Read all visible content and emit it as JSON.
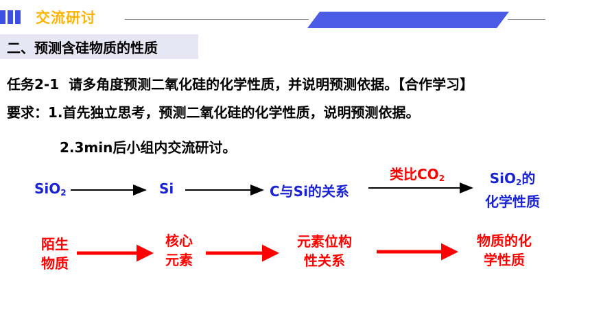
{
  "header": {
    "title": "交流研讨"
  },
  "section": {
    "title": "二、预测含硅物质的性质"
  },
  "task": {
    "label": "任务2-1",
    "text": "请多角度预测二氧化硅的化学性质，并说明预测依据。",
    "tag": "【合作学习】"
  },
  "requirements": {
    "prefix": "要求：",
    "item1": "1.首先独立思考，预测二氧化硅的化学性质，说明预测依据。",
    "item2": "2.3min后小组内交流研讨。"
  },
  "flow_blue": {
    "node1": {
      "main": "SiO",
      "sub": "2"
    },
    "node2": "Si",
    "node3": "C与Si的关系",
    "arrow_label": {
      "main": "类比CO",
      "sub": "2"
    },
    "node4": {
      "line1_main": "SiO",
      "line1_sub": "2",
      "line1_suffix": "的",
      "line2": "化学性质"
    }
  },
  "flow_red": {
    "node1": {
      "line1": "陌生",
      "line2": "物质"
    },
    "node2": {
      "line1": "核心",
      "line2": "元素"
    },
    "node3": {
      "line1": "元素位构",
      "line2": "性关系"
    },
    "node4": {
      "line1": "物质的化",
      "line2": "学性质"
    }
  },
  "colors": {
    "accent_blue": "#3d4fe6",
    "header_gold": "#ffb400",
    "flow_blue": "#1a24d6",
    "flow_red": "#ff0000"
  }
}
